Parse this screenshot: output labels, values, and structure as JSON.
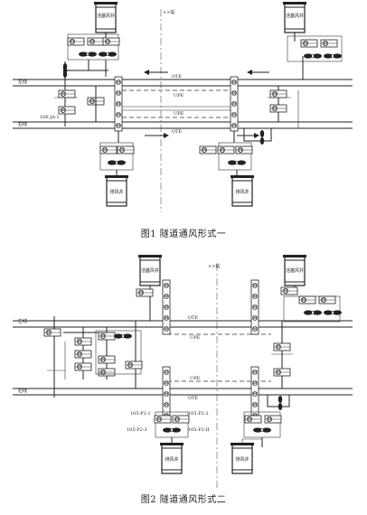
{
  "figure1": {
    "station": "××站",
    "left_line": "左线",
    "right_line": "右线",
    "ote": "OTE",
    "upe": "UPE",
    "shaft_top_left": "活塞风井",
    "shaft_top_right": "活塞风井",
    "shaft_bottom_left": "排风井",
    "shaft_bottom_right": "排风井",
    "tag": "106-JA-1",
    "caption": "图1   隧道通风形式一"
  },
  "figure2": {
    "station": "××站",
    "left_line": "左线",
    "right_line": "右线",
    "ote": "OTE",
    "upe": "UPE",
    "shaft_top_left": "活塞风井",
    "shaft_top_right": "活塞风井",
    "shaft_bottom_left": "排风井",
    "shaft_bottom_right": "排风井",
    "tags": [
      "105-P2-1",
      "105-P2-2",
      "105-P2-3",
      "105-P2-II"
    ],
    "caption": "图2   隧道通风形式二"
  },
  "icons": {
    "motor": "M",
    "damper": "S"
  }
}
